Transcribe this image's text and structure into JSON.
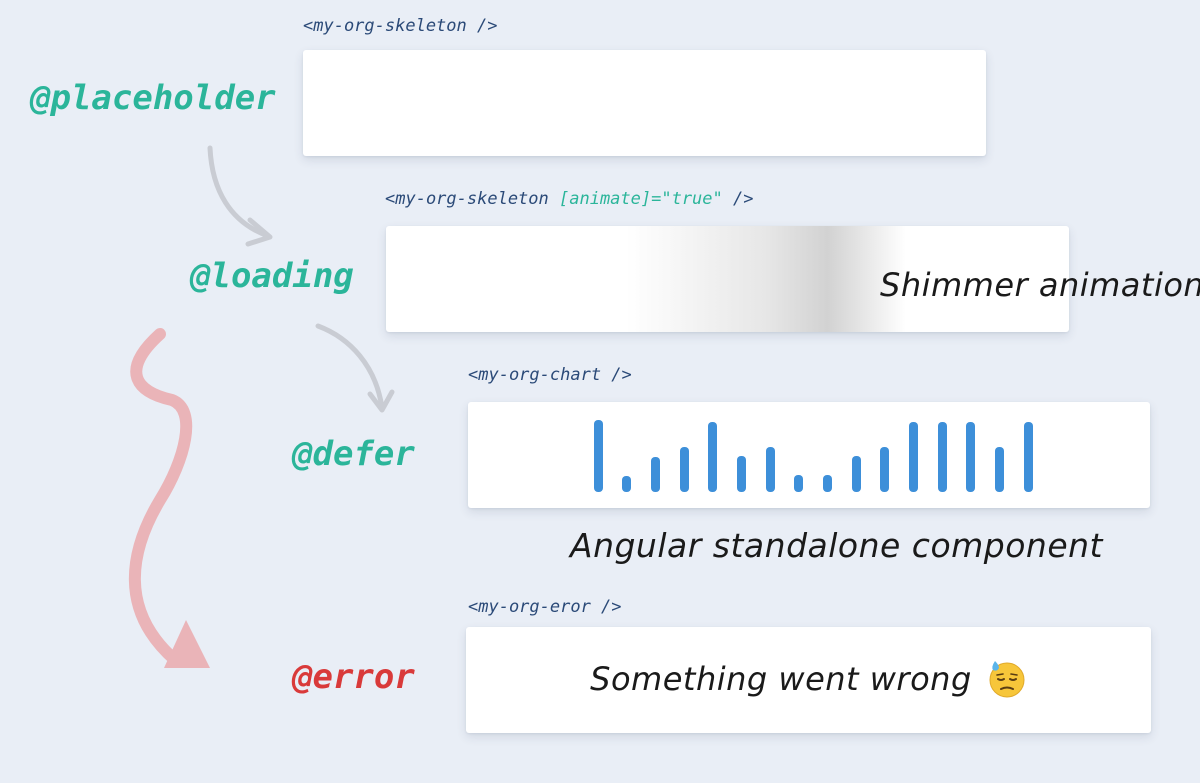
{
  "tags": {
    "placeholder_tag": "<my-org-skeleton />",
    "loading_tag_prefix": "<my-org-skeleton ",
    "loading_tag_attr": "[animate]=\"true\"",
    "loading_tag_suffix": " />",
    "defer_tag": "<my-org-chart />",
    "error_tag": "<my-org-eror />"
  },
  "labels": {
    "placeholder": "@placeholder",
    "loading": "@loading",
    "defer": "@defer",
    "error": "@error"
  },
  "annotations": {
    "shimmer": "Shimmer animation",
    "component": "Angular standalone component",
    "error_message": "Something went wrong"
  },
  "chart_data": {
    "type": "bar",
    "bar_heights_relative": [
      1.0,
      0.22,
      0.48,
      0.62,
      0.97,
      0.5,
      0.62,
      0.24,
      0.24,
      0.5,
      0.62,
      0.97,
      0.97,
      0.97,
      0.62,
      0.97
    ],
    "color": "#3d8fd9"
  },
  "colors": {
    "accent": "#2bb59a",
    "error": "#d93a3a",
    "tag": "#2b4a78",
    "background": "#e9eef6"
  },
  "icons": {
    "error_emoji": "downcast-face-with-sweat-icon"
  }
}
